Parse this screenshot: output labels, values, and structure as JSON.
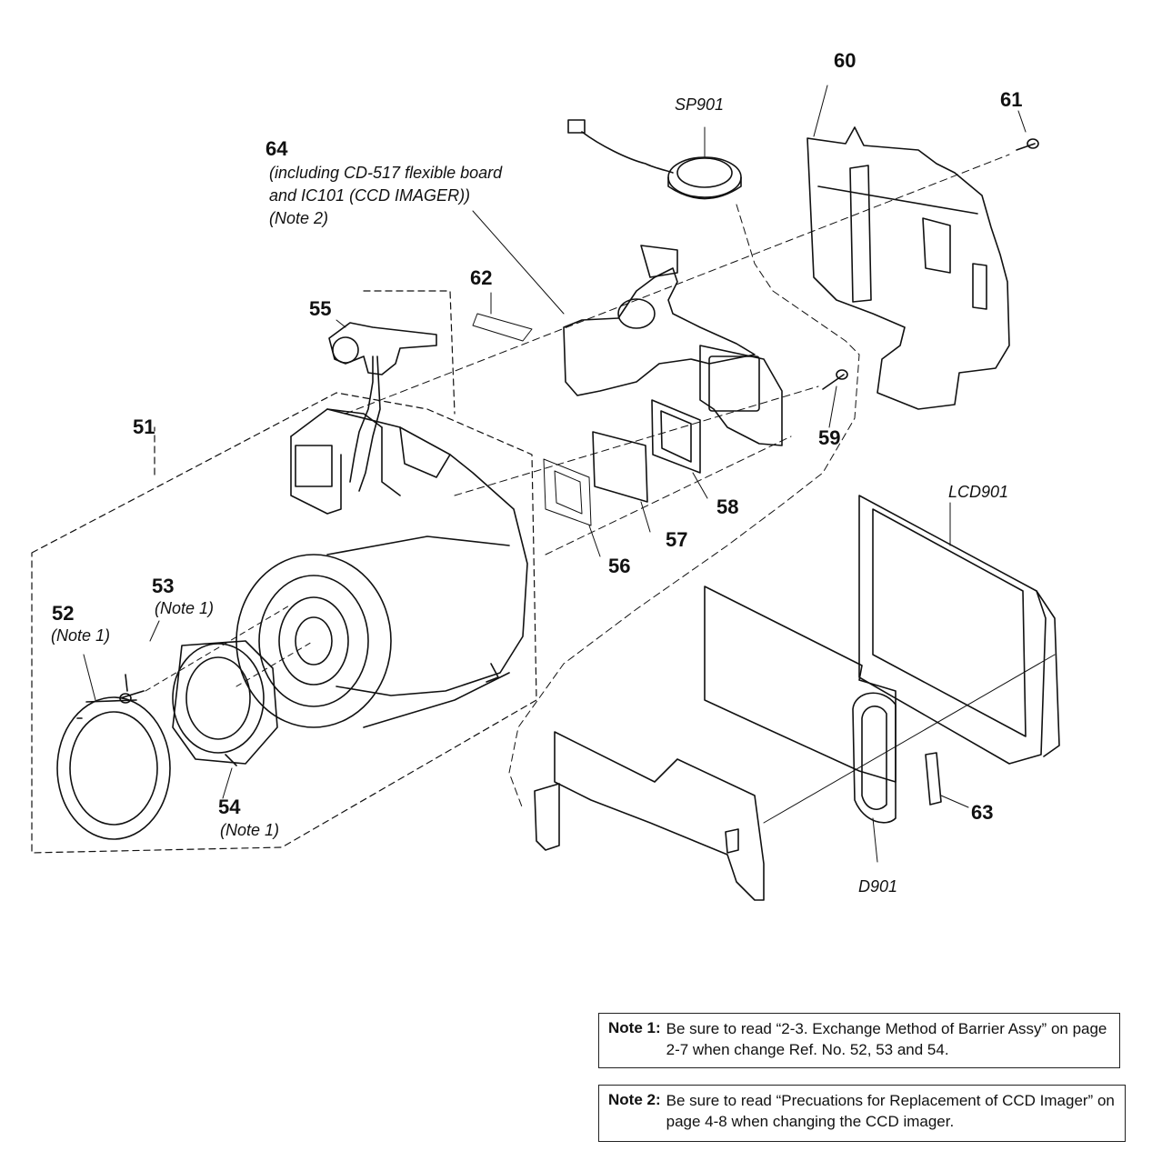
{
  "labels": {
    "p51": "51",
    "p52": "52",
    "p52_note": "(Note 1)",
    "p53": "53",
    "p53_note": "(Note 1)",
    "p54": "54",
    "p54_note": "(Note 1)",
    "p55": "55",
    "p56": "56",
    "p57": "57",
    "p58": "58",
    "p59": "59",
    "p60": "60",
    "p61": "61",
    "p62": "62",
    "p63": "63",
    "p64": "64",
    "p64_line1": "(including CD-517 flexible board",
    "p64_line2": "and IC101 (CCD IMAGER))",
    "p64_line3": "(Note 2)",
    "sp901": "SP901",
    "lcd901": "LCD901",
    "d901": "D901"
  },
  "notes": [
    {
      "key": "Note 1:",
      "text": "Be sure to read “2-3. Exchange Method of Barrier Assy” on page 2-7 when change Ref. No. 52, 53 and 54."
    },
    {
      "key": "Note 2:",
      "text": "Be sure to read “Precuations for Replacement of CCD Imager” on page 4-8 when changing the CCD imager."
    }
  ],
  "colors": {
    "ink": "#111111",
    "paper": "#ffffff"
  }
}
